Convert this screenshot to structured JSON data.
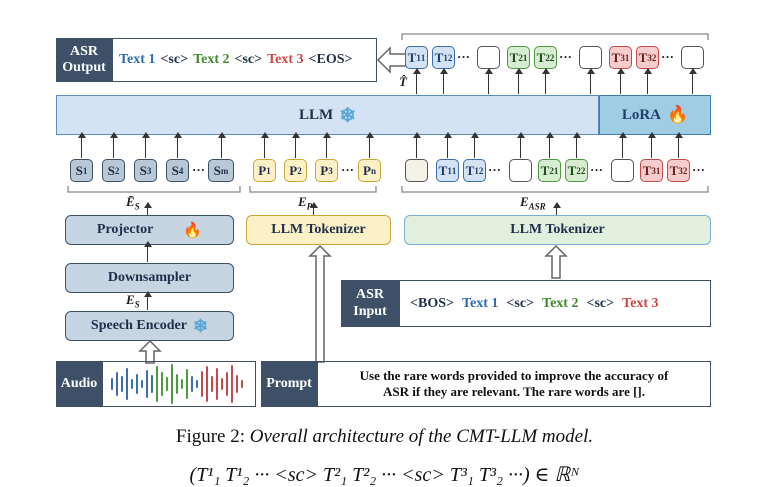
{
  "asr_output": {
    "label": "ASR Output",
    "seq": [
      {
        "text": "Text 1",
        "color": "#2e6bb0"
      },
      {
        "text": "<sc>",
        "color": "#1f2f4a"
      },
      {
        "text": "Text 2",
        "color": "#3e8a2e"
      },
      {
        "text": "<sc>",
        "color": "#1f2f4a"
      },
      {
        "text": "Text 3",
        "color": "#d04545"
      },
      {
        "text": "<EOS>",
        "color": "#1f2f4a"
      }
    ]
  },
  "t_hat_label": "T̂",
  "llm": {
    "label": "LLM",
    "lora_label": "LoRA",
    "snowflake_icon": "snowflake-icon",
    "fire_icon": "fire-icon"
  },
  "speech_tokens": {
    "base": [
      "S",
      "S",
      "S",
      "S",
      "S"
    ],
    "subs": [
      "1",
      "2",
      "3",
      "4",
      "m"
    ],
    "dots": "···"
  },
  "prompt_tokens": {
    "base": [
      "P",
      "P",
      "P",
      "P"
    ],
    "subs": [
      "1",
      "2",
      "3",
      "n"
    ],
    "dots": "···"
  },
  "asr_tokens_dots": "···",
  "labels": {
    "es_bar": "Ē",
    "es_bar_sub": "S",
    "ep": "E",
    "ep_sub": "P",
    "easr": "E",
    "easr_sub": "ASR",
    "es": "E",
    "es_sub": "S"
  },
  "modules": {
    "projector": "Projector",
    "downsampler": "Downsampler",
    "speech_encoder": "Speech Encoder",
    "llm_tokenizer_prompt": "LLM Tokenizer",
    "llm_tokenizer_asr": "LLM Tokenizer"
  },
  "asr_input": {
    "label": "ASR Input",
    "seq": [
      {
        "text": "<BOS>",
        "color": "#1f2f4a"
      },
      {
        "text": "Text 1",
        "color": "#2e6bb0"
      },
      {
        "text": "<sc>",
        "color": "#1f2f4a"
      },
      {
        "text": "Text 2",
        "color": "#3e8a2e"
      },
      {
        "text": "<sc>",
        "color": "#1f2f4a"
      },
      {
        "text": "Text 3",
        "color": "#d04545"
      }
    ]
  },
  "audio": {
    "label": "Audio"
  },
  "prompt": {
    "label": "Prompt",
    "text_line1": "Use the rare words provided to improve the accuracy of",
    "text_line2": "ASR if they are relevant. The rare words are []."
  },
  "caption": {
    "prefix": "Figure 2:",
    "text": "Overall architecture of the CMT-LLM model."
  },
  "formula": {
    "text": "(T¹₁ T¹₂ ··· <sc> T²₁ T²₂ ··· <sc> T³₁ T³₂ ···) ∈ ℝᴺ"
  },
  "colors": {
    "dark_blue": "#3d5068",
    "llm_fill": "#d4e3f3",
    "lora_fill": "#9fcde3",
    "tokenizer_yellow": "#fbf0c6",
    "tokenizer_green": "#e1f0dc"
  }
}
